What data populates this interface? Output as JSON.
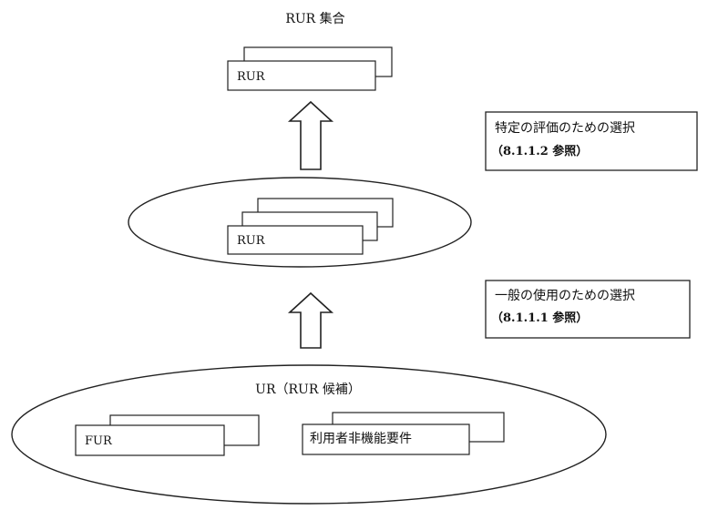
{
  "top": {
    "title": "RUR 集合",
    "box_label": "RUR"
  },
  "middle": {
    "box_label": "RUR"
  },
  "bottom": {
    "title": "UR（RUR 候補）",
    "fur_label": "FUR",
    "nonfunc_label": "利用者非機能要件"
  },
  "notes": {
    "specific": {
      "line1": "特定の評価のための選択",
      "line2": "（8.1.1.2 参照）"
    },
    "general": {
      "line1": "一般の使用のための選択",
      "line2": "（8.1.1.1 参照）"
    }
  }
}
